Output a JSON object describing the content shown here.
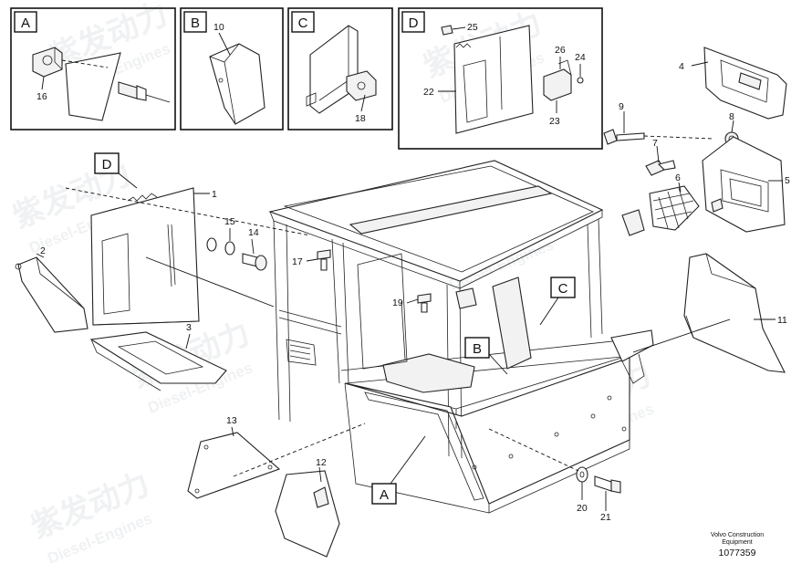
{
  "callouts": [
    "1",
    "2",
    "3",
    "4",
    "5",
    "6",
    "7",
    "8",
    "9",
    "10",
    "11",
    "12",
    "13",
    "14",
    "15",
    "16",
    "17",
    "18",
    "19",
    "20",
    "21",
    "22",
    "23",
    "24",
    "25",
    "26"
  ],
  "section_tags": [
    "A",
    "B",
    "C",
    "D"
  ],
  "footer": {
    "brand_line1": "Volvo Construction",
    "brand_line2": "Equipment",
    "drawing_number": "1077359"
  },
  "watermark": {
    "chinese": "紫发动力",
    "latin": "Diesel-Engines"
  }
}
